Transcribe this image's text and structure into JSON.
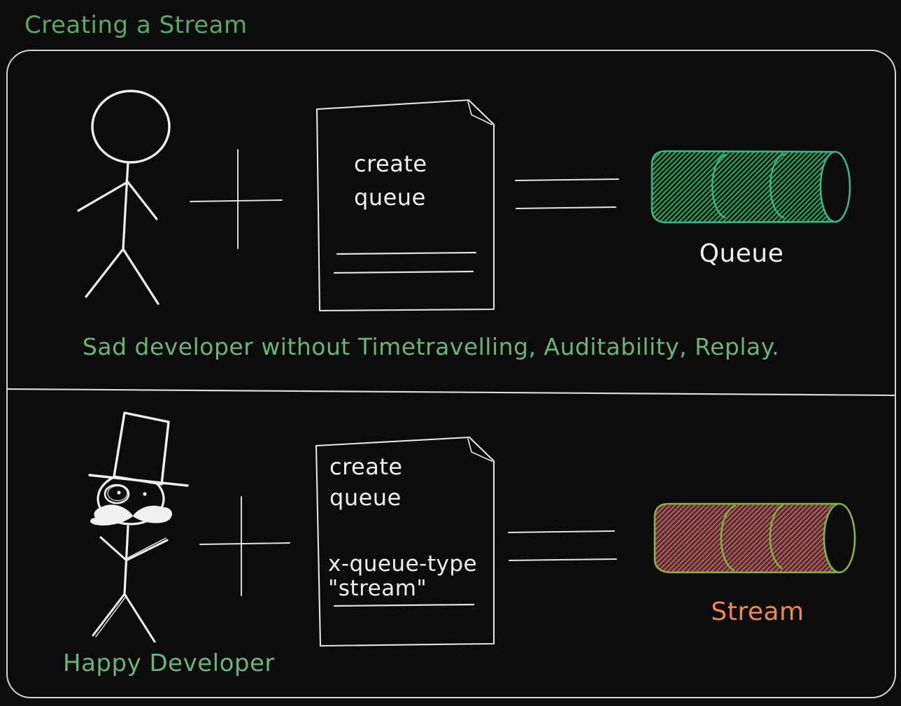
{
  "title": "Creating a Stream",
  "colors": {
    "background": "#0c0c0c",
    "frame": "#d4d4d4",
    "ink": "#f0f0f0",
    "ink_dim": "#e4e4e4",
    "green_text": "#5ba768",
    "caption_green": "#6ab478",
    "queue_outline": "#3cb48d",
    "queue_hatch": "#27a35c",
    "stream_outline": "#84b543",
    "stream_hatch_light": "#b06060",
    "stream_hatch_dark": "#803c3c",
    "stream_label": "#ef8a4d"
  },
  "top_panel": {
    "actor_icon": "stick-figure",
    "operator1": "plus",
    "document_lines": [
      "create",
      "queue"
    ],
    "operator2": "equals",
    "result_label": "Queue",
    "caption": "Sad developer without Timetravelling, Auditability, Replay."
  },
  "bottom_panel": {
    "actor_icon": "stick-figure-top-hat-monocle-mustache",
    "operator1": "plus",
    "document_lines": [
      "create",
      "queue",
      "x-queue-type",
      "\"stream\""
    ],
    "operator2": "equals",
    "result_label": "Stream",
    "caption": "Happy Developer"
  }
}
